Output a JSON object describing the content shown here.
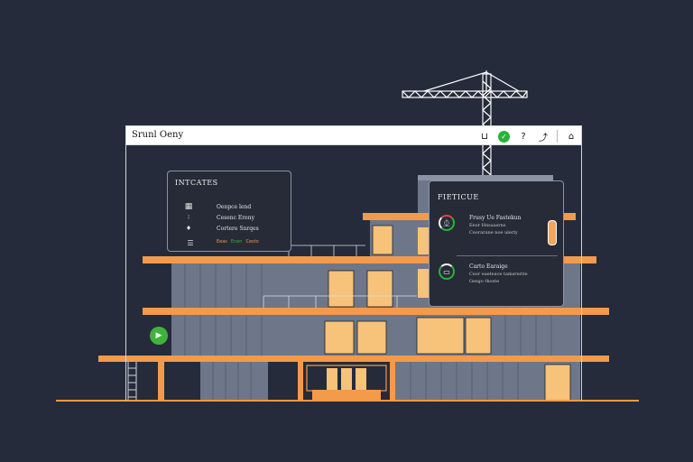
{
  "window": {
    "title": "Srunl Oeny",
    "icons": [
      "u-shape-icon",
      "green-status-icon",
      "question-icon",
      "arrow-icon",
      "home-icon"
    ],
    "icon_glyphs": [
      "⊔",
      "●",
      "?",
      "⤴",
      "⌂"
    ]
  },
  "updates_card": {
    "title": "INTCATES",
    "items": [
      {
        "icon": "layers-icon",
        "label": "Oenpce lend"
      },
      {
        "icon": "info-icon",
        "label": "Cesenc Ereny"
      },
      {
        "icon": "chip-icon",
        "label": "Cortere Snrqes"
      }
    ],
    "legend": [
      "Eeas",
      "Enen",
      "Cesto"
    ]
  },
  "features_card": {
    "title": "FIETICUE",
    "items": [
      {
        "icon": "gauge-icon",
        "label": "Frusy Ue Fastekun",
        "sub1": "Eeor Hnsaasrns",
        "sub2": "Ceorarane noe ulerly"
      },
      {
        "icon": "battery-icon",
        "label": "Carto Earaige",
        "sub1": "Ceor eaeteace tamsrerite",
        "sub2": "Gesgo thoste"
      }
    ]
  },
  "colors": {
    "background": "#252b3a",
    "orange": "#f39a4b",
    "facade": "#6e7689",
    "window": "#f7c27a",
    "green": "#3fb43a",
    "red": "#e0483c"
  },
  "action": {
    "icon": "play-icon"
  }
}
